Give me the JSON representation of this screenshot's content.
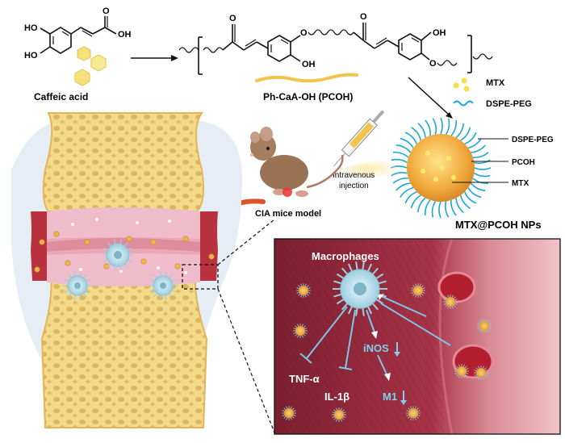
{
  "top": {
    "caffeic_acid_label": "Caffeic acid",
    "polymer_label": "Ph-CaA-OH (PCOH)",
    "atoms": {
      "ho_1": "HO",
      "ho_2": "HO",
      "oh_acid": "OH",
      "o_acid": "O",
      "o_keto_1": "O",
      "o_keto_2": "O",
      "o_ether_1": "O",
      "o_ether_2": "O",
      "oh_ring_1": "OH",
      "oh_ring_2": "OH"
    }
  },
  "right_panel": {
    "legend_mtx": "MTX",
    "legend_dspe": "DSPE-PEG",
    "np_label_dspe": "DSPE-PEG",
    "np_label_pcoh": "PCOH",
    "np_label_mtx": "MTX",
    "np_title": "MTX@PCOH NPs"
  },
  "middle": {
    "injection_label_line1": "Intravenous",
    "injection_label_line2": "injection",
    "model_label": "CIA mice model"
  },
  "inset": {
    "macrophages_label": "Macrophages",
    "tnf_label": "TNF-α",
    "il1b_label": "IL-1β",
    "inos_label": "iNOS",
    "m1_label": "M1"
  },
  "colors": {
    "cyan": "#1aa7d8",
    "bone": "#f3d98a",
    "cartilage": "#f2c0cf",
    "tissue": "#8a2a3a",
    "nanoparticle": "#f0b64a",
    "text": "#111111"
  }
}
